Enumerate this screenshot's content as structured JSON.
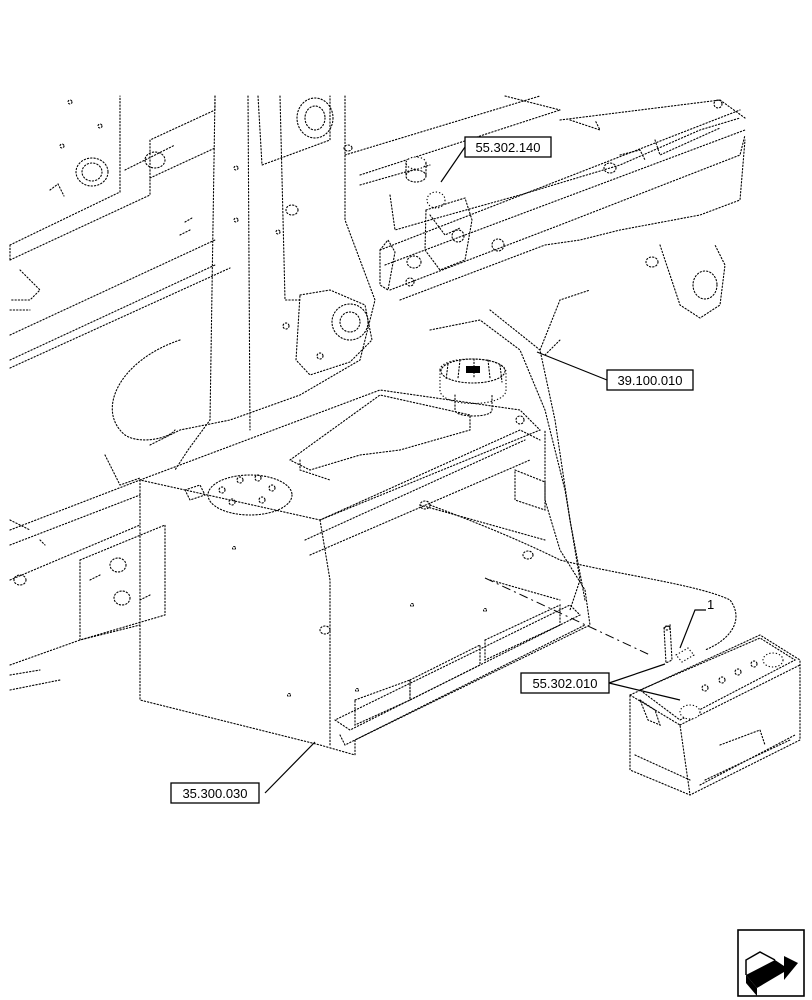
{
  "callouts": {
    "part_55302140": "55.302.140",
    "part_39100010": "39.100.010",
    "part_55302010": "55.302.010",
    "part_35300030": "35.300.030",
    "item_1": "1"
  },
  "icons": {
    "next_page": "next-page-arrow-icon"
  }
}
